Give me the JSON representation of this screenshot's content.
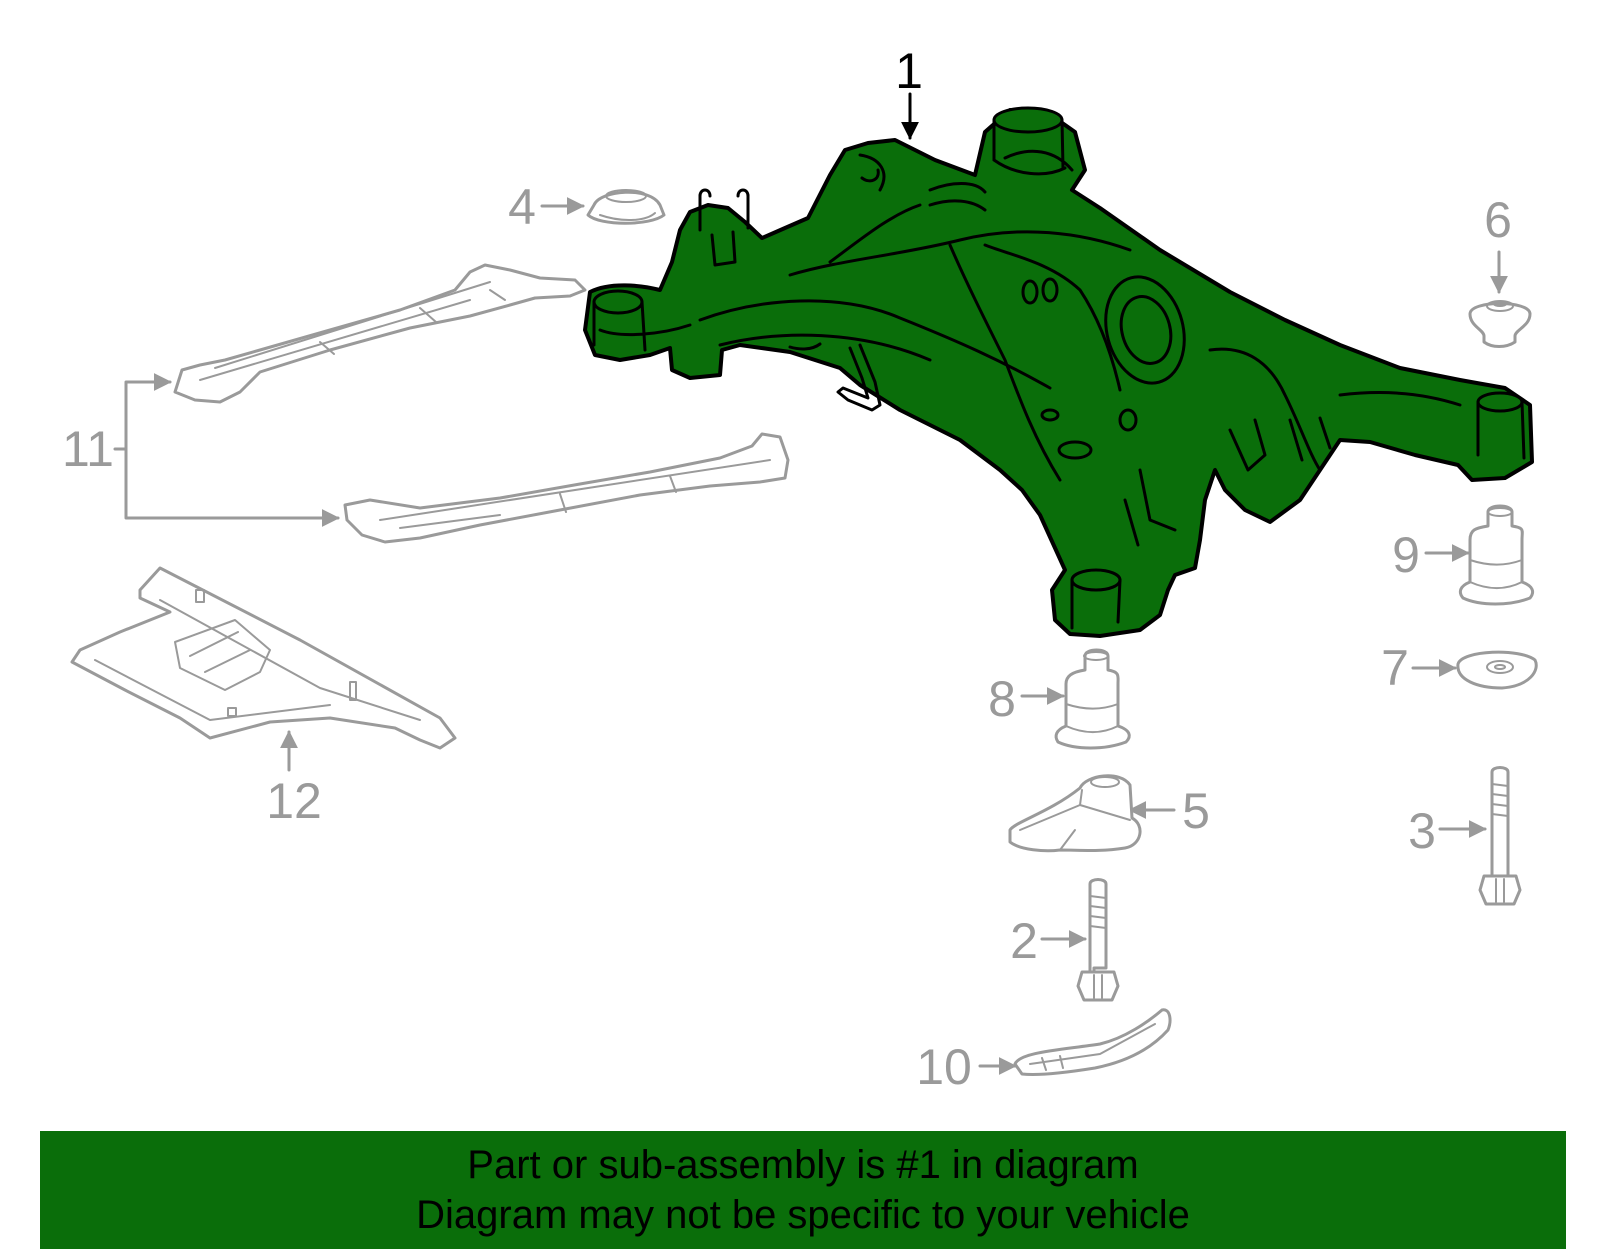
{
  "diagram": {
    "callouts": {
      "c1": "1",
      "c2": "2",
      "c3": "3",
      "c4": "4",
      "c5": "5",
      "c6": "6",
      "c7": "7",
      "c8": "8",
      "c9": "9",
      "c10": "10",
      "c11": "11",
      "c12": "12"
    }
  },
  "banner": {
    "line1": "Part or sub-assembly is #1 in diagram",
    "line2": "Diagram may not be specific to your vehicle"
  },
  "colors": {
    "highlight": "#0a6e0a",
    "outline": "#000000",
    "secondary_parts": "#9a9a9a",
    "background": "#ffffff"
  }
}
